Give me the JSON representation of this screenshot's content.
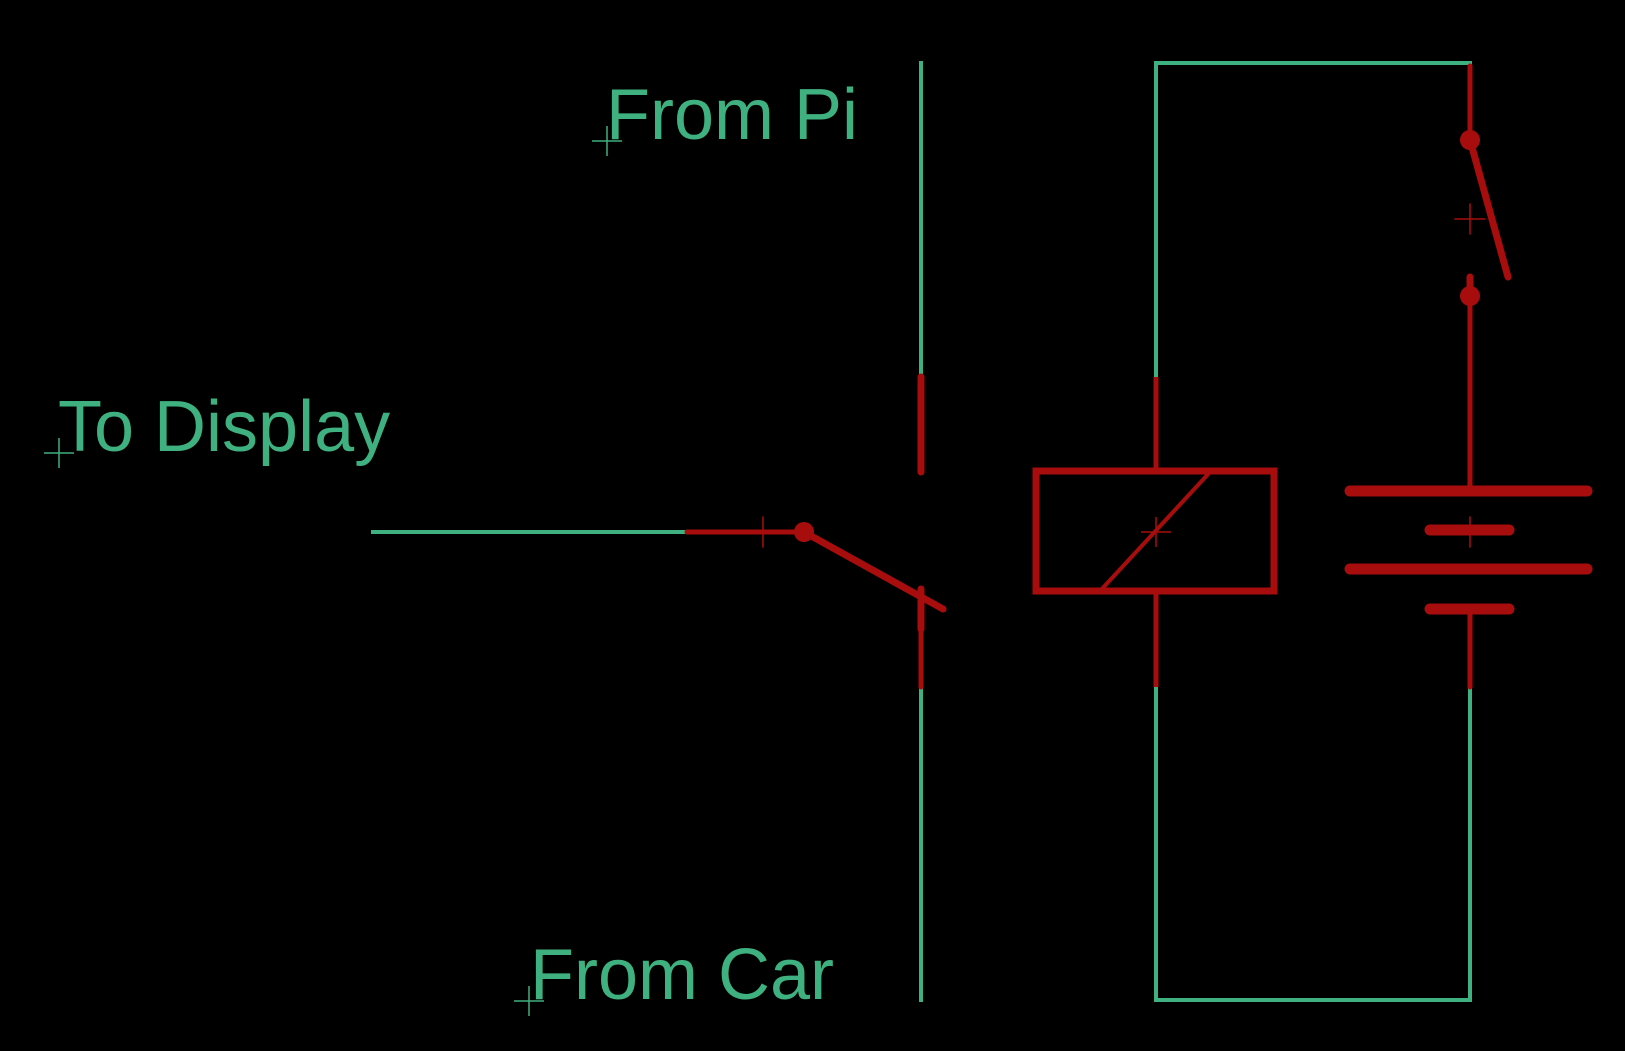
{
  "labels": {
    "from_pi": "From Pi",
    "to_display": "To Display",
    "from_car": "From Car"
  },
  "colors": {
    "background": "#000000",
    "wire": "#3fb07f",
    "symbol": "#a80d0d"
  }
}
